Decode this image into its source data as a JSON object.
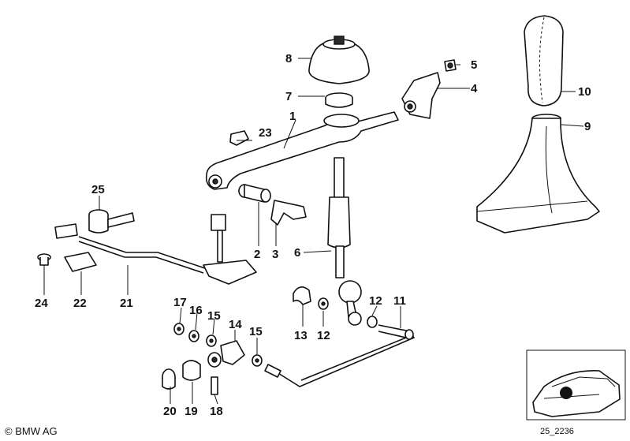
{
  "callouts": [
    "1",
    "2",
    "3",
    "4",
    "5",
    "6",
    "7",
    "8",
    "9",
    "10",
    "11",
    "12",
    "12",
    "13",
    "14",
    "15",
    "15",
    "16",
    "17",
    "18",
    "19",
    "20",
    "21",
    "22",
    "23",
    "24",
    "25"
  ],
  "footer": {
    "copyright_symbol": "©",
    "copyright_text": "BMW AG",
    "diagram_id": "25_2236"
  }
}
